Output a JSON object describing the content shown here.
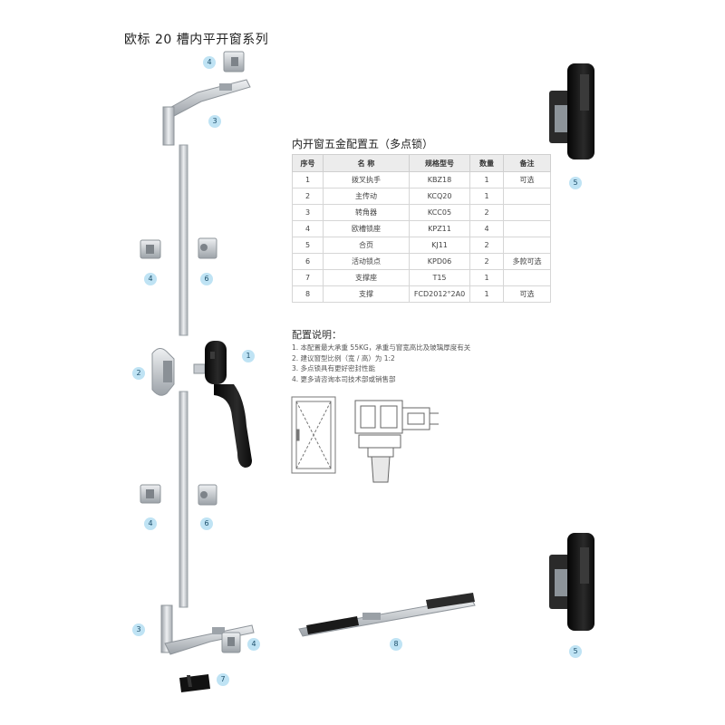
{
  "page": {
    "title": "欧标 20 槽内平开窗系列"
  },
  "table": {
    "title": "内开窗五金配置五（多点锁）",
    "headers": [
      "序号",
      "名 称",
      "规格型号",
      "数量",
      "备注"
    ],
    "rows": [
      [
        "1",
        "拨叉执手",
        "KBZ18",
        "1",
        "可选"
      ],
      [
        "2",
        "主传动",
        "KCQ20",
        "1",
        ""
      ],
      [
        "3",
        "转角器",
        "KCC05",
        "2",
        ""
      ],
      [
        "4",
        "欧槽锁座",
        "KPZ11",
        "4",
        ""
      ],
      [
        "5",
        "合页",
        "KJ11",
        "2",
        ""
      ],
      [
        "6",
        "活动锁点",
        "KPD06",
        "2",
        "多款可选"
      ],
      [
        "7",
        "支撑座",
        "T15",
        "1",
        ""
      ],
      [
        "8",
        "支撑",
        "FCD2012°2A0",
        "1",
        "可选"
      ]
    ]
  },
  "notes": {
    "title": "配置说明：",
    "items": [
      "1. 本配置最大承重 55KG，承重与窗宽高比及玻璃厚度有关",
      "2. 建议窗型比例（宽 / 高）为 1:2",
      "3. 多点锁具有更好密封性能",
      "4. 更多请咨询本司技术部或销售部"
    ]
  },
  "callouts": {
    "handle": "1",
    "main_drive": "2",
    "corner_top": "3",
    "corner_bottom": "3",
    "keeper_top": "4",
    "keeper_mid_1": "4",
    "keeper_mid_2": "4",
    "keeper_bottom": "4",
    "hinge_top": "5",
    "hinge_bottom": "5",
    "lock_point_1": "6",
    "lock_point_2": "6",
    "support_seat": "7",
    "stay": "8"
  },
  "colors": {
    "bubble": "#bfe3f4",
    "bubble_text": "#1d4f6b",
    "hardware_black": "#161616",
    "hardware_silver": "#c8ccd0"
  }
}
